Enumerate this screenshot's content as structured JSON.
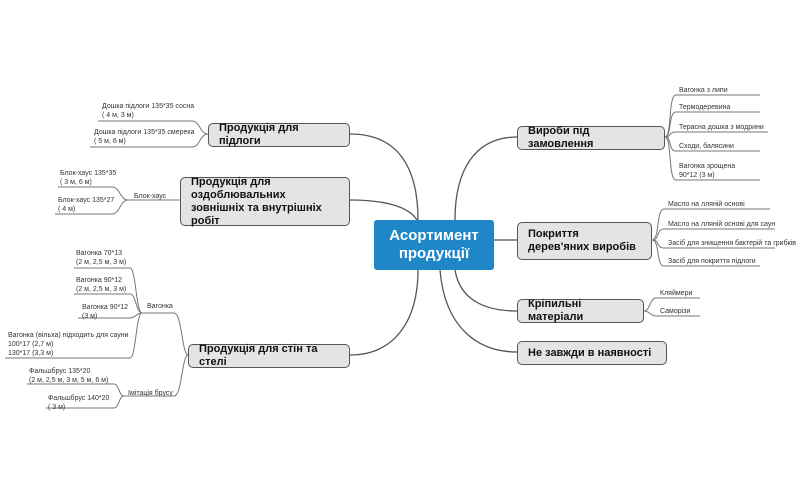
{
  "central": {
    "title": "Асортимент продукції"
  },
  "left_topics": {
    "floor": {
      "label": "Продукція для підлоги",
      "items": [
        "Дошка підлоги 135*35 сосна\n( 4 м, 3 м)",
        "Дошка підлоги 135*35 смерека\n( 5 м, 6 м)"
      ]
    },
    "finishing": {
      "label": "Продукція для оздоблювальних зовнішніх та внутрішніх робіт",
      "group": "Блок-хаус",
      "items": [
        "Блок-хаус 135*35\n( 3 м, 6 м)",
        "Блок-хаус 135*27\n( 4 м)"
      ]
    },
    "walls": {
      "label": "Продукція для стін та стелі",
      "group1": "Вагонка",
      "group1_items": [
        "Вагонка 70*13\n(2 м, 2,5 м, 3 м)",
        "Вагонка 90*12\n(2 м, 2,5 м, 3 м)",
        "Вагонка 90*12\n(3 м)",
        "Вагонка (вільха) підходить для сауни\n100*17 (2,7 м)\n130*17 (3,3 м)"
      ],
      "group2": "Імітація брусу",
      "group2_items": [
        "Фальшбрус 135*20\n(2 м, 2,5 м, 3 м, 5 м, 6 м)",
        "Фальшбрус 140*20\n( 3 м)"
      ]
    }
  },
  "right_topics": {
    "custom": {
      "label": "Вироби під замовлення",
      "items": [
        "Вагонка з липи",
        "Термодеревина",
        "Терасна дошка з модрини",
        "Сходи, балясини",
        "Вагонка зрощена\n90*12 (3 м)"
      ]
    },
    "coatings": {
      "label": "Покриття дерев'яних виробів",
      "items": [
        "Масло на лляній основі",
        "Масло на лляній основі для саун",
        "Засіб для знищення бактерій та грибків",
        "Засіб для покриття підлоги"
      ]
    },
    "fasteners": {
      "label": "Кріпильні матеріали",
      "items": [
        "Кляймери",
        "Саморізи"
      ]
    },
    "not_always": {
      "label": "Не завжди в наявності"
    }
  },
  "colors": {
    "central": "#1f86c8",
    "topic_fill": "#e4e4e4",
    "topic_border": "#555555",
    "line": "#555555"
  }
}
